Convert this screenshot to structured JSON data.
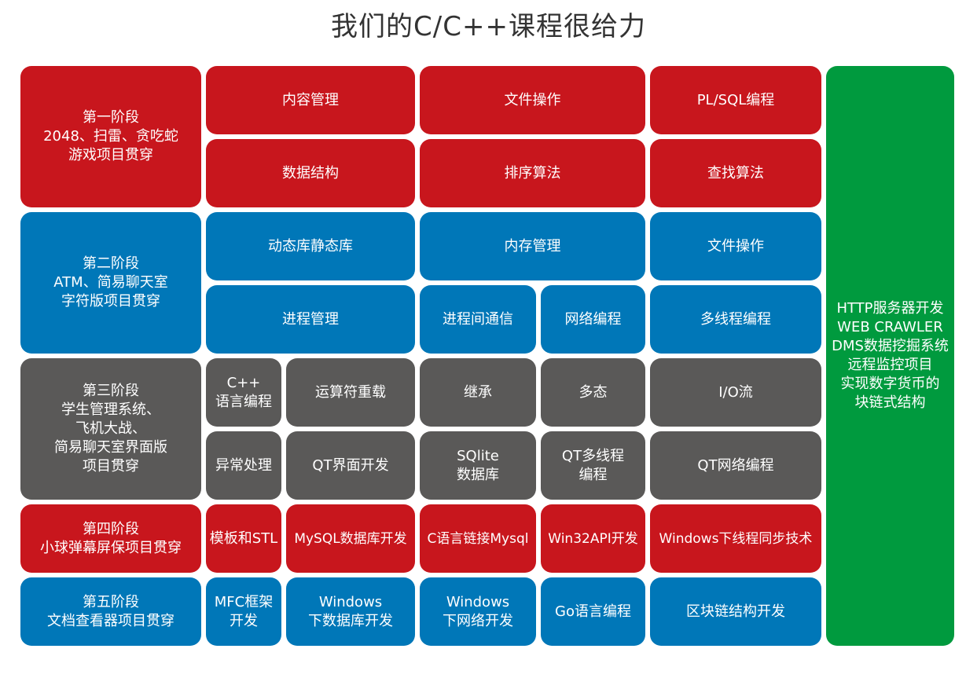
{
  "title": "我们的C/C++课程很给力",
  "colors": {
    "red": "#c8161d",
    "blue": "#0077b8",
    "gray": "#5a5958",
    "green": "#009a3e"
  },
  "stages": [
    "第一阶段\n2048、扫雷、贪吃蛇\n游戏项目贯穿",
    "第二阶段\nATM、简易聊天室\n字符版项目贯穿",
    "第三阶段\n学生管理系统、\n飞机大战、\n简易聊天室界面版\n项目贯穿",
    "第四阶段\n小球弹幕屏保项目贯穿",
    "第五阶段\n文档查看器项目贯穿"
  ],
  "topics": {
    "s1": [
      "内容管理",
      "文件操作",
      "PL/SQL编程",
      "数据结构",
      "排序算法",
      "查找算法"
    ],
    "s2": [
      "动态库静态库",
      "内存管理",
      "文件操作",
      "进程管理",
      "进程间通信",
      "网络编程",
      "多线程编程"
    ],
    "s3": [
      "C++\n语言编程",
      "运算符重载",
      "继承",
      "多态",
      "I/O流",
      "异常处理",
      "QT界面开发",
      "SQlite\n数据库",
      "QT多线程\n编程",
      "QT网络编程"
    ],
    "s4": [
      "模板和STL",
      "MySQL数据库开发",
      "C语言链接Mysql",
      "Win32API开发",
      "Windows下线程同步技术"
    ],
    "s5": [
      "MFC框架\n开发",
      "Windows\n下数据库开发",
      "Windows\n下网络开发",
      "Go语言编程",
      "区块链结构开发"
    ]
  },
  "projects": "HTTP服务器开发\nWEB CRAWLER\nDMS数据挖掘系统\n远程监控项目\n实现数字货币的\n块链式结构"
}
